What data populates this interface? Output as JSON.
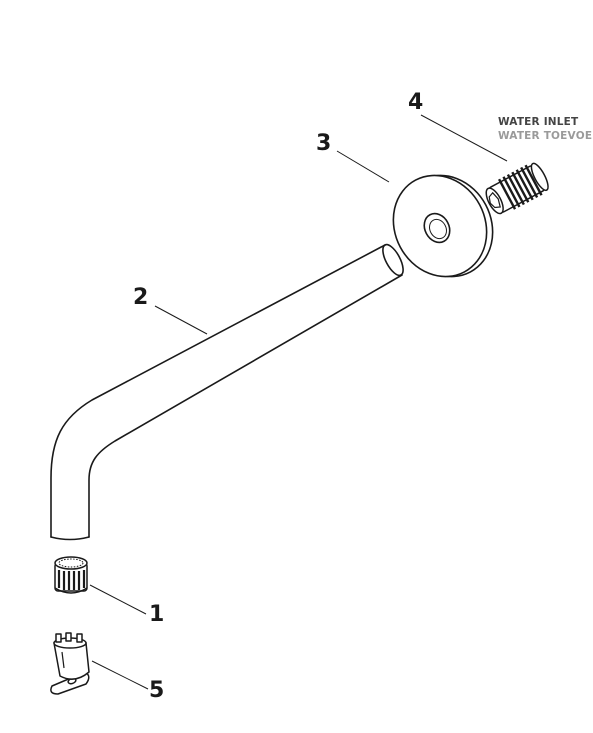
{
  "parts": {
    "shower_arm_number": "2",
    "wall_flange_number": "3",
    "inlet_connector_number": "4",
    "aerator_number": "1",
    "aerator_key_number": "5"
  },
  "inlet_label": {
    "primary": "WATER INLET",
    "secondary": "WATER TOEVOER"
  },
  "colors": {
    "line": "#1a1a1a",
    "label_primary": "#444444",
    "label_secondary": "#9a9a9a"
  }
}
